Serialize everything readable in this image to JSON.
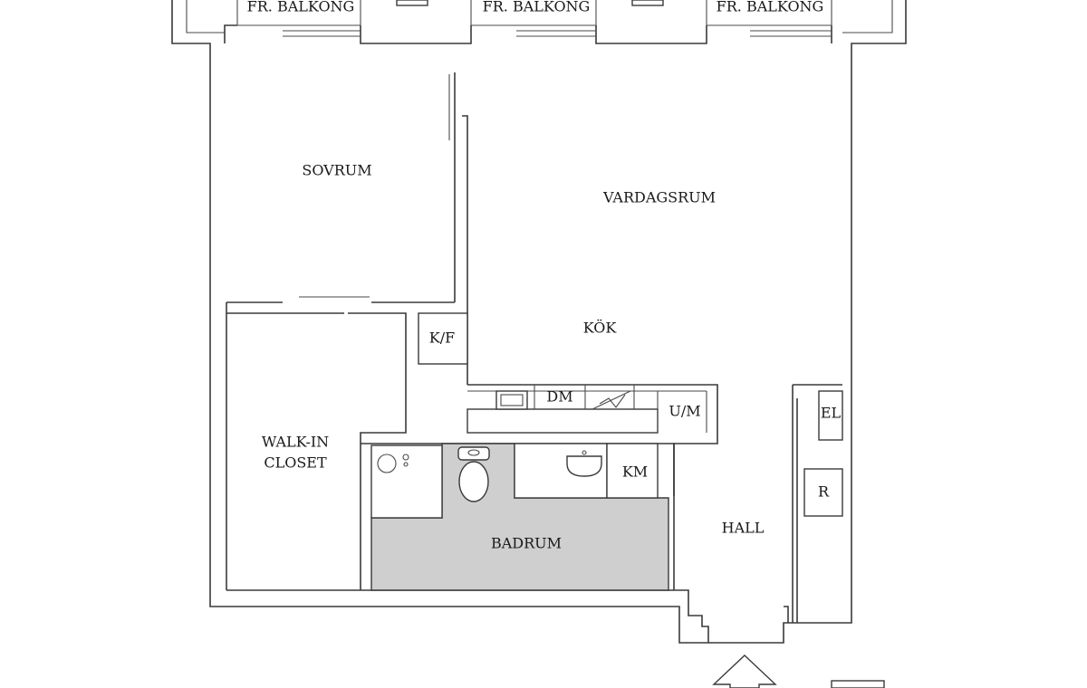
{
  "colors": {
    "background": "#ffffff",
    "wall": "#3a3a3a",
    "bathroom_fill": "#cfcfcf",
    "label": "#1a1a1a"
  },
  "balconies": [
    "FR. BALKONG",
    "FR. BALKONG",
    "FR. BALKONG"
  ],
  "rooms": {
    "sovrum": "SOVRUM",
    "vardagsrum": "VARDAGSRUM",
    "kok": "KÖK",
    "walk_in_line1": "WALK-IN",
    "walk_in_line2": "CLOSET",
    "badrum": "BADRUM",
    "hall": "HALL"
  },
  "fixtures": {
    "kf": "K/F",
    "dm": "DM",
    "um": "U/M",
    "km": "KM",
    "el": "EL",
    "r": "R"
  },
  "icons": {
    "entrance": "arrow-up-icon",
    "sink": "sink-icon",
    "toilet": "toilet-icon",
    "shower": "shower-icon",
    "stove": "stove-icon"
  }
}
